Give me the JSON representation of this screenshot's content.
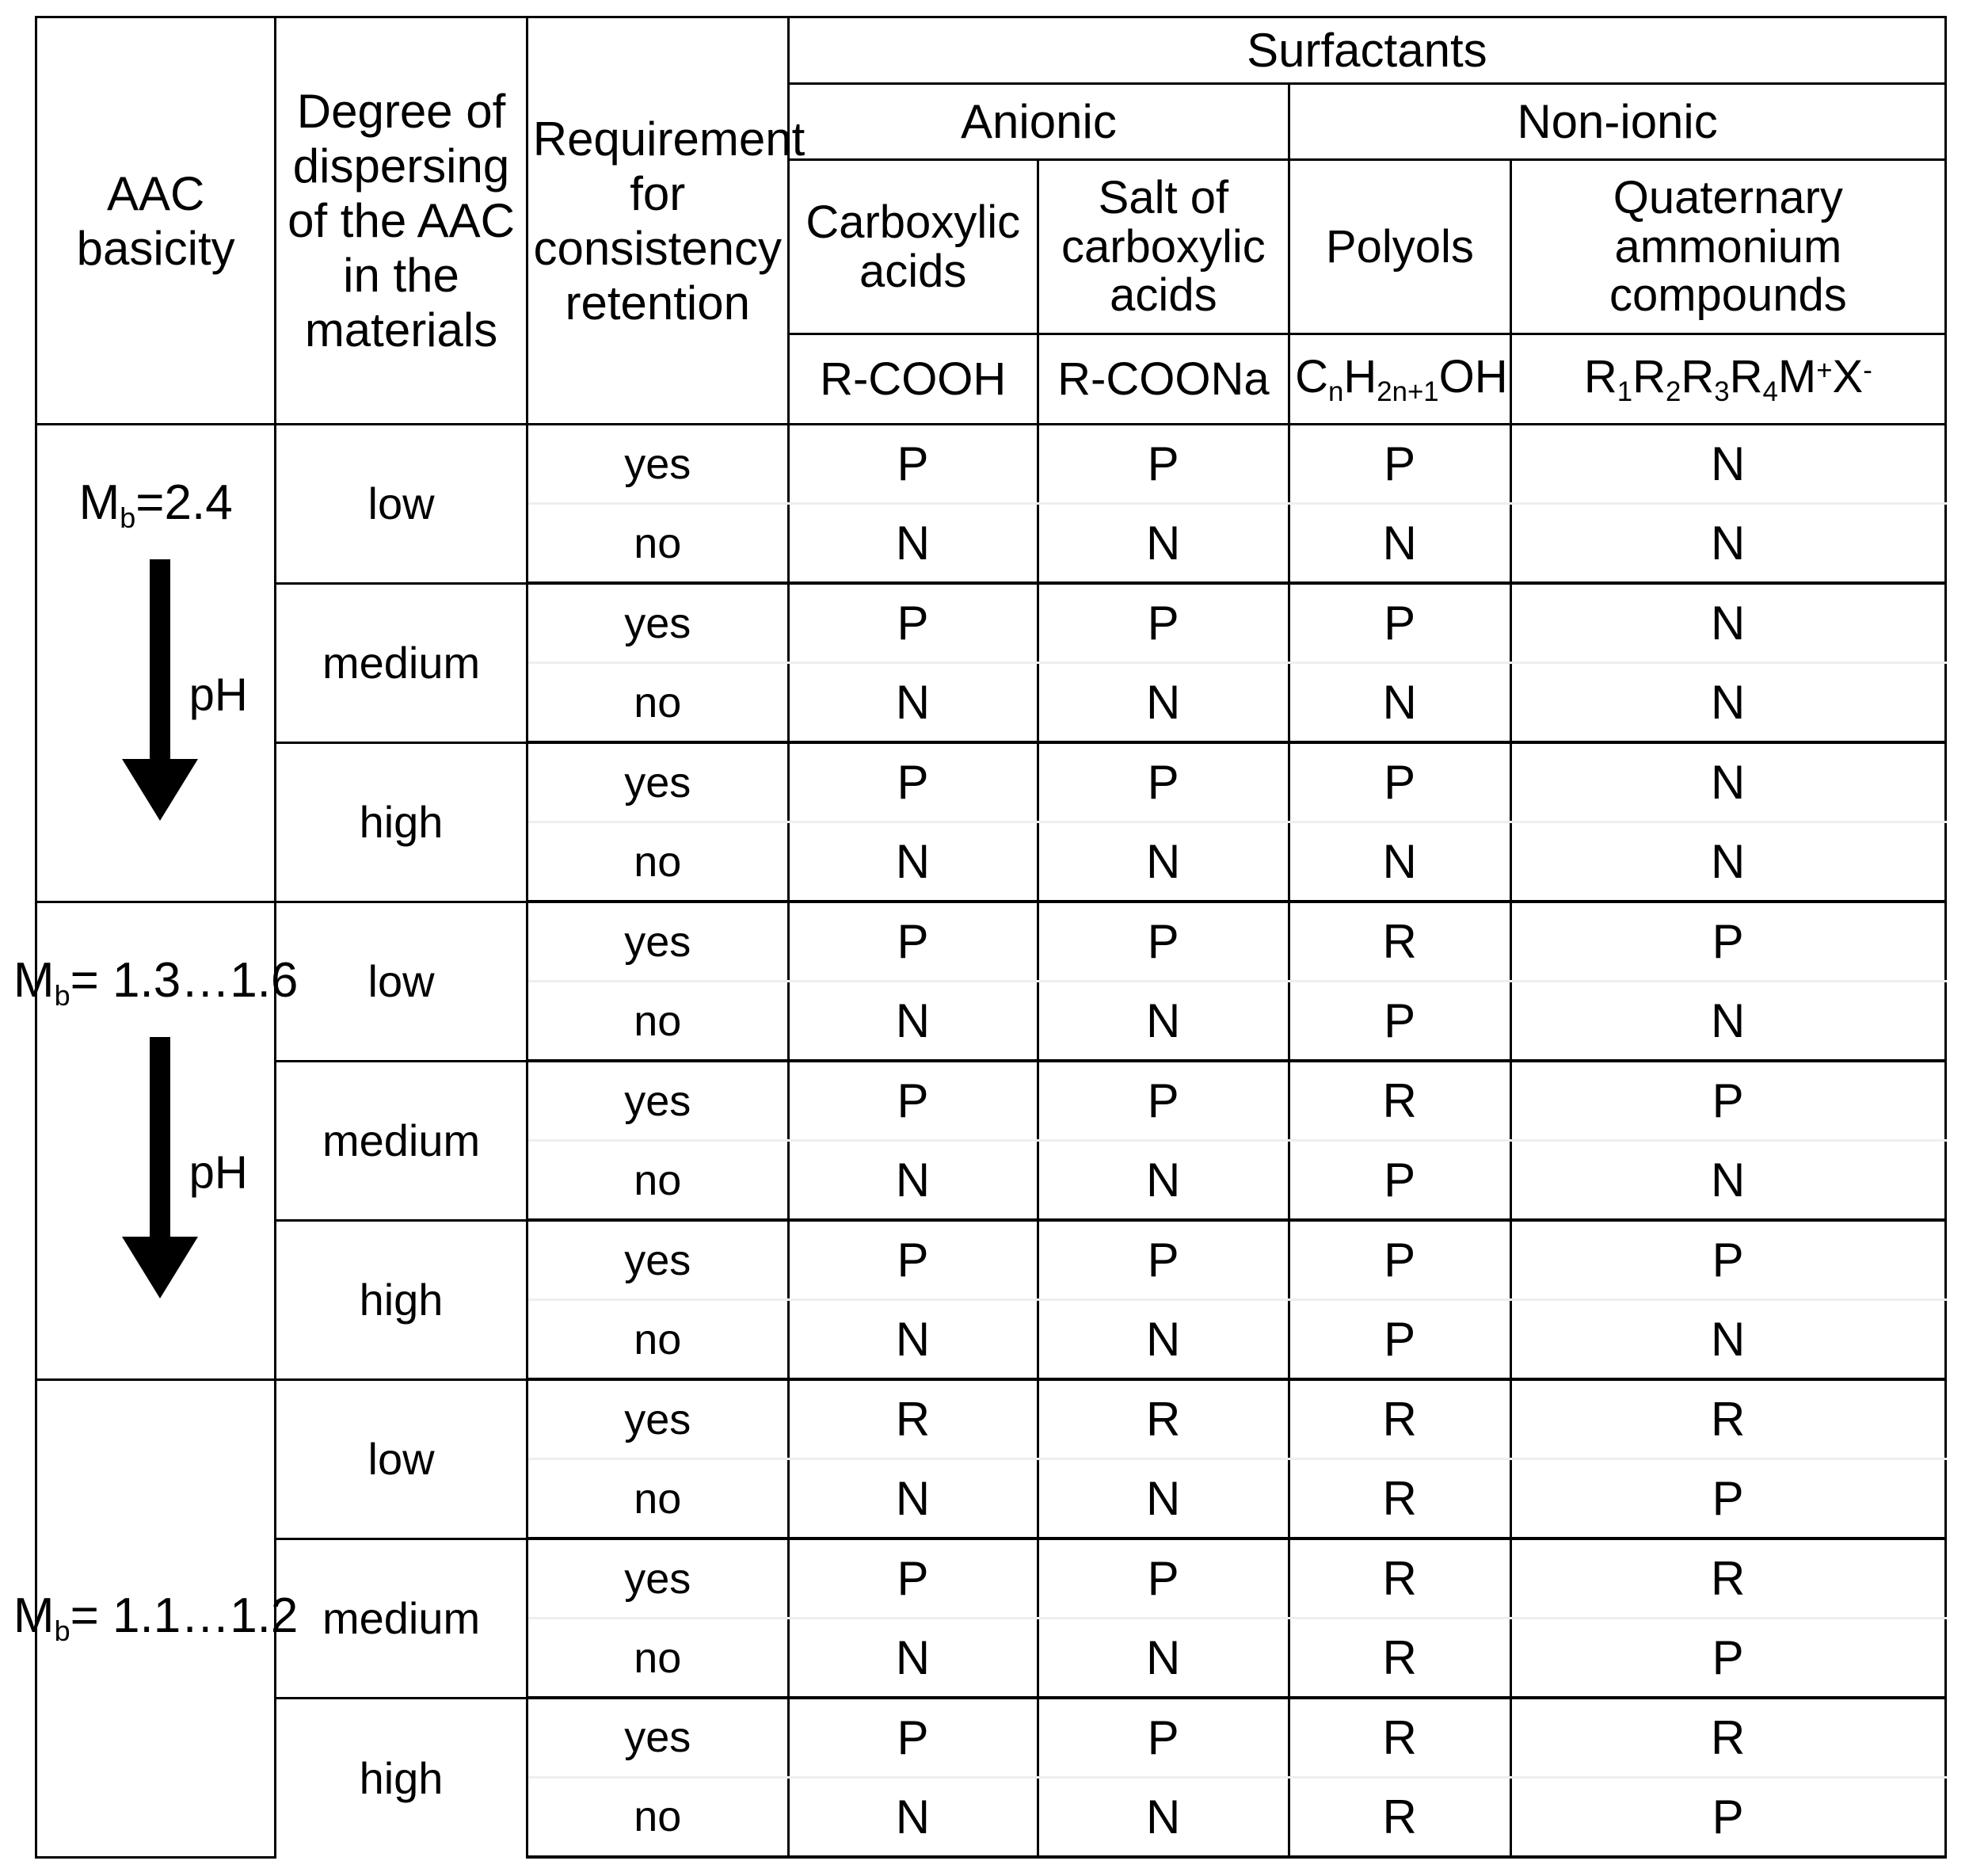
{
  "table": {
    "columns": {
      "aac_basicity": "AAC basicity",
      "dispersing": "Degree of dispersing of the AAC in the materials",
      "consistency": "Requirement for consistency retention",
      "surfactants": "Surfactants"
    },
    "surfactant_classes": [
      {
        "label": "Anionic",
        "span": 2
      },
      {
        "label": "Non-ionic",
        "span": 2
      }
    ],
    "surfactant_types": [
      "Carboxylic acids",
      "Salt of carboxylic acids",
      "Polyols",
      "Quaternary ammonium compounds"
    ],
    "surfactant_formulas": [
      {
        "parts": [
          {
            "t": "R-COOH"
          }
        ]
      },
      {
        "parts": [
          {
            "t": "R-COONa"
          }
        ]
      },
      {
        "parts": [
          {
            "t": "C"
          },
          {
            "t": "n",
            "k": "sub"
          },
          {
            "t": "H"
          },
          {
            "t": "2n+1",
            "k": "sub"
          },
          {
            "t": "OH"
          }
        ]
      },
      {
        "parts": [
          {
            "t": "R"
          },
          {
            "t": "1",
            "k": "sub"
          },
          {
            "t": "R"
          },
          {
            "t": "2",
            "k": "sub"
          },
          {
            "t": "R"
          },
          {
            "t": "3",
            "k": "sub"
          },
          {
            "t": "R"
          },
          {
            "t": "4",
            "k": "sub"
          },
          {
            "t": "M"
          },
          {
            "t": "+",
            "k": "sup"
          },
          {
            "t": "X"
          },
          {
            "t": "-",
            "k": "sup"
          }
        ]
      }
    ],
    "requirement_labels": {
      "yes": "yes",
      "no": "no"
    },
    "arrow_label": "pH",
    "legend_colors": {
      "P": "#ffe800",
      "N": "#fa8189",
      "R": "#089a38"
    },
    "blocks": [
      {
        "basicity": {
          "symbol": "M",
          "sub": "b",
          "value": "=2.4"
        },
        "arrow_after": true,
        "dispersing_groups": [
          {
            "level": "low",
            "rows": [
              {
                "requirement": "yes",
                "marks": [
                  "P",
                  "P",
                  "P",
                  "N"
                ]
              },
              {
                "requirement": "no",
                "marks": [
                  "N",
                  "N",
                  "N",
                  "N"
                ]
              }
            ]
          },
          {
            "level": "medium",
            "rows": [
              {
                "requirement": "yes",
                "marks": [
                  "P",
                  "P",
                  "P",
                  "N"
                ]
              },
              {
                "requirement": "no",
                "marks": [
                  "N",
                  "N",
                  "N",
                  "N"
                ]
              }
            ]
          },
          {
            "level": "high",
            "rows": [
              {
                "requirement": "yes",
                "marks": [
                  "P",
                  "P",
                  "P",
                  "N"
                ]
              },
              {
                "requirement": "no",
                "marks": [
                  "N",
                  "N",
                  "N",
                  "N"
                ]
              }
            ]
          }
        ]
      },
      {
        "basicity": {
          "symbol": "M",
          "sub": "b",
          "value": "= 1.3…1.6"
        },
        "arrow_after": true,
        "dispersing_groups": [
          {
            "level": "low",
            "rows": [
              {
                "requirement": "yes",
                "marks": [
                  "P",
                  "P",
                  "R",
                  "P"
                ]
              },
              {
                "requirement": "no",
                "marks": [
                  "N",
                  "N",
                  "P",
                  "N"
                ]
              }
            ]
          },
          {
            "level": "medium",
            "rows": [
              {
                "requirement": "yes",
                "marks": [
                  "P",
                  "P",
                  "R",
                  "P"
                ]
              },
              {
                "requirement": "no",
                "marks": [
                  "N",
                  "N",
                  "P",
                  "N"
                ]
              }
            ]
          },
          {
            "level": "high",
            "rows": [
              {
                "requirement": "yes",
                "marks": [
                  "P",
                  "P",
                  "P",
                  "P"
                ]
              },
              {
                "requirement": "no",
                "marks": [
                  "N",
                  "N",
                  "P",
                  "N"
                ]
              }
            ]
          }
        ]
      },
      {
        "basicity": {
          "symbol": "M",
          "sub": "b",
          "value": "= 1.1…1.2"
        },
        "arrow_after": false,
        "dispersing_groups": [
          {
            "level": "low",
            "rows": [
              {
                "requirement": "yes",
                "marks": [
                  "R",
                  "R",
                  "R",
                  "R"
                ]
              },
              {
                "requirement": "no",
                "marks": [
                  "N",
                  "N",
                  "R",
                  "P"
                ]
              }
            ]
          },
          {
            "level": "medium",
            "rows": [
              {
                "requirement": "yes",
                "marks": [
                  "P",
                  "P",
                  "R",
                  "R"
                ]
              },
              {
                "requirement": "no",
                "marks": [
                  "N",
                  "N",
                  "R",
                  "P"
                ]
              }
            ]
          },
          {
            "level": "high",
            "rows": [
              {
                "requirement": "yes",
                "marks": [
                  "P",
                  "P",
                  "R",
                  "R"
                ]
              },
              {
                "requirement": "no",
                "marks": [
                  "N",
                  "N",
                  "R",
                  "P"
                ]
              }
            ]
          }
        ]
      }
    ]
  }
}
